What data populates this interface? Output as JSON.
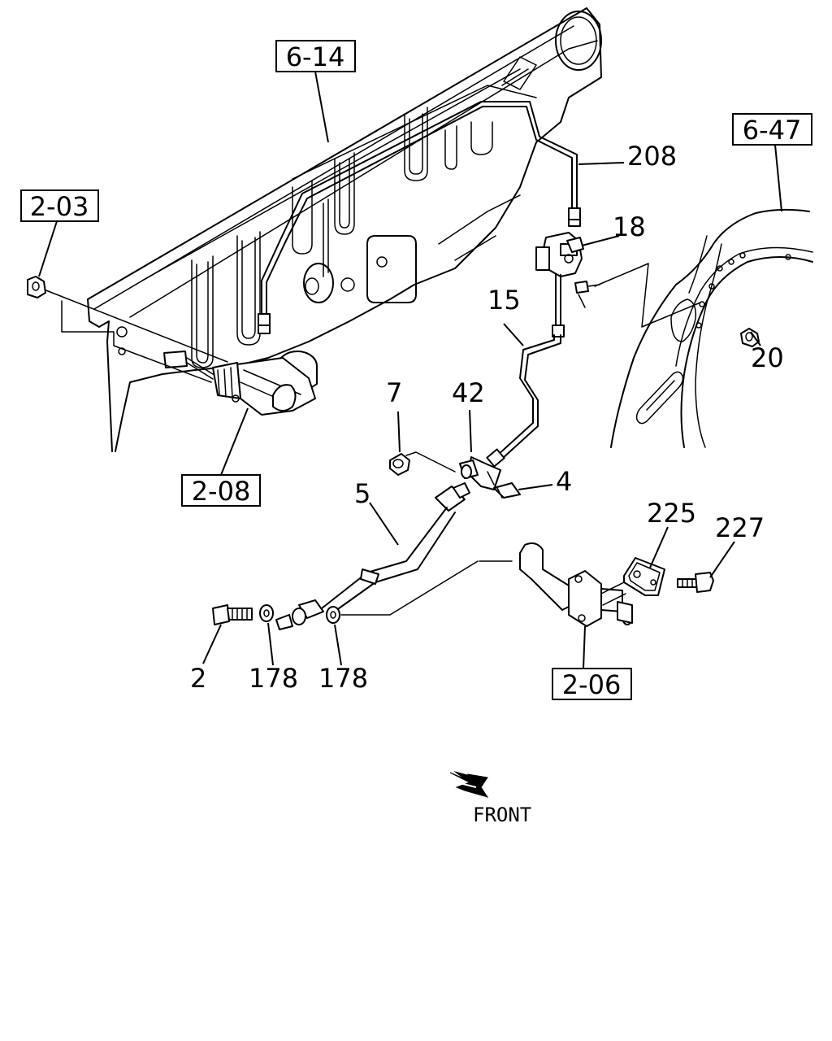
{
  "diagram": {
    "callout_boxes": {
      "ref_6_14": "6-14",
      "ref_6_47": "6-47",
      "ref_2_03": "2-03",
      "ref_2_08": "2-08",
      "ref_2_06": "2-06"
    },
    "part_labels": {
      "p208": "208",
      "p18": "18",
      "p15": "15",
      "p20": "20",
      "p7": "7",
      "p42": "42",
      "p4": "4",
      "p5": "5",
      "p225": "225",
      "p227": "227",
      "p2": "2",
      "p178_a": "178",
      "p178_b": "178"
    },
    "direction_label": "FRONT",
    "icons": [
      "front-arrow-icon"
    ]
  }
}
